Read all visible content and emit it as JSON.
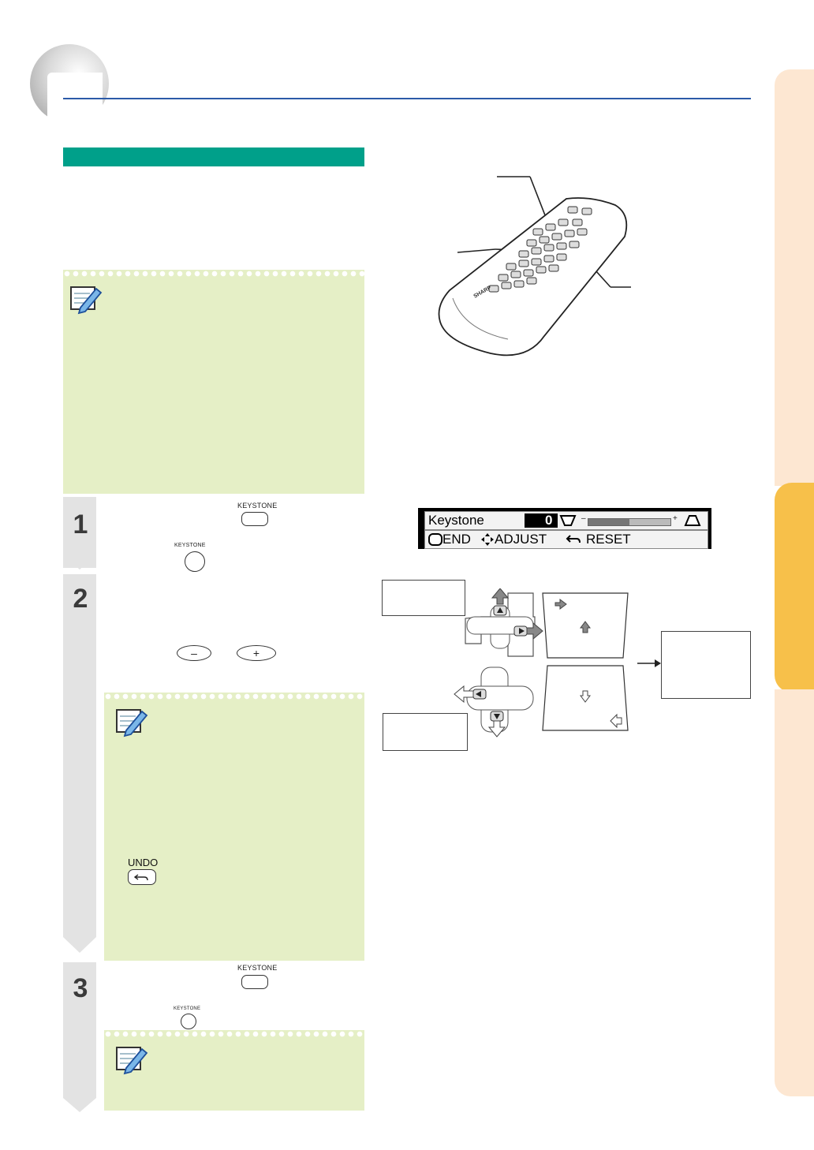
{
  "keystone_button_label": "KEYSTONE",
  "steps": [
    {
      "number": "1"
    },
    {
      "number": "2"
    },
    {
      "number": "3"
    }
  ],
  "undo_button_label": "UNDO",
  "minus_glyph": "–",
  "plus_glyph": "+",
  "remote_brand": "SHARP",
  "osd": {
    "title": "Keystone",
    "value": "0",
    "scale_min": "–",
    "scale_max": "+",
    "slider_level": 0.5,
    "end_label": "END",
    "adjust_label": "ADJUST",
    "reset_label": "RESET"
  },
  "colors": {
    "header_line": "#2b5aa8",
    "section_bar": "#00a08a",
    "note_bg": "#e5efc6",
    "side_tab_active": "#f7c04a",
    "side_tab": "#fde7d2"
  }
}
